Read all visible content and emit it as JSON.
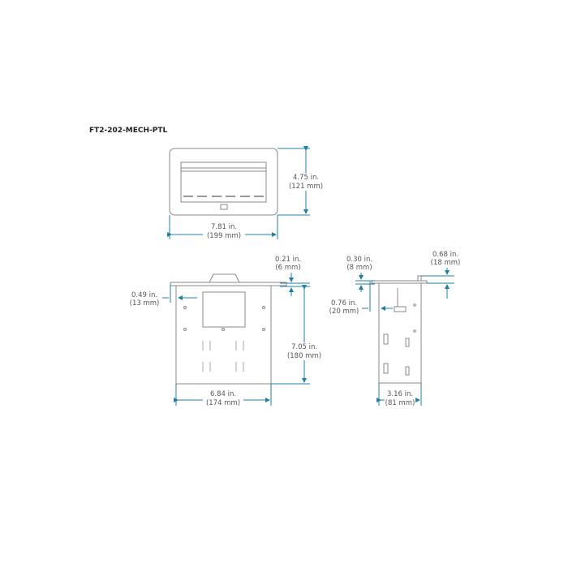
{
  "title": "FT2-202-MECH-PTL",
  "colors": {
    "dimension": "#1f7fa8",
    "outline": "#888888",
    "text": "#555555"
  },
  "dimensions": {
    "front_height": {
      "in": "4.75 in.",
      "mm": "(121 mm)"
    },
    "front_width": {
      "in": "7.81 in.",
      "mm": "(199 mm)"
    },
    "top_flange": {
      "in": "0.21 in.",
      "mm": "(6 mm)"
    },
    "side_inset": {
      "in": "0.49 in.",
      "mm": "(13 mm)"
    },
    "body_height": {
      "in": "7.05 in.",
      "mm": "(180 mm)"
    },
    "body_width": {
      "in": "6.84 in.",
      "mm": "(174 mm)"
    },
    "side_top": {
      "in": "0.30 in.",
      "mm": "(8 mm)"
    },
    "side_offset": {
      "in": "0.76 in.",
      "mm": "(20 mm)"
    },
    "side_lid": {
      "in": "0.68 in.",
      "mm": "(18 mm)"
    },
    "side_depth": {
      "in": "3.16 in.",
      "mm": "(81 mm)"
    }
  }
}
